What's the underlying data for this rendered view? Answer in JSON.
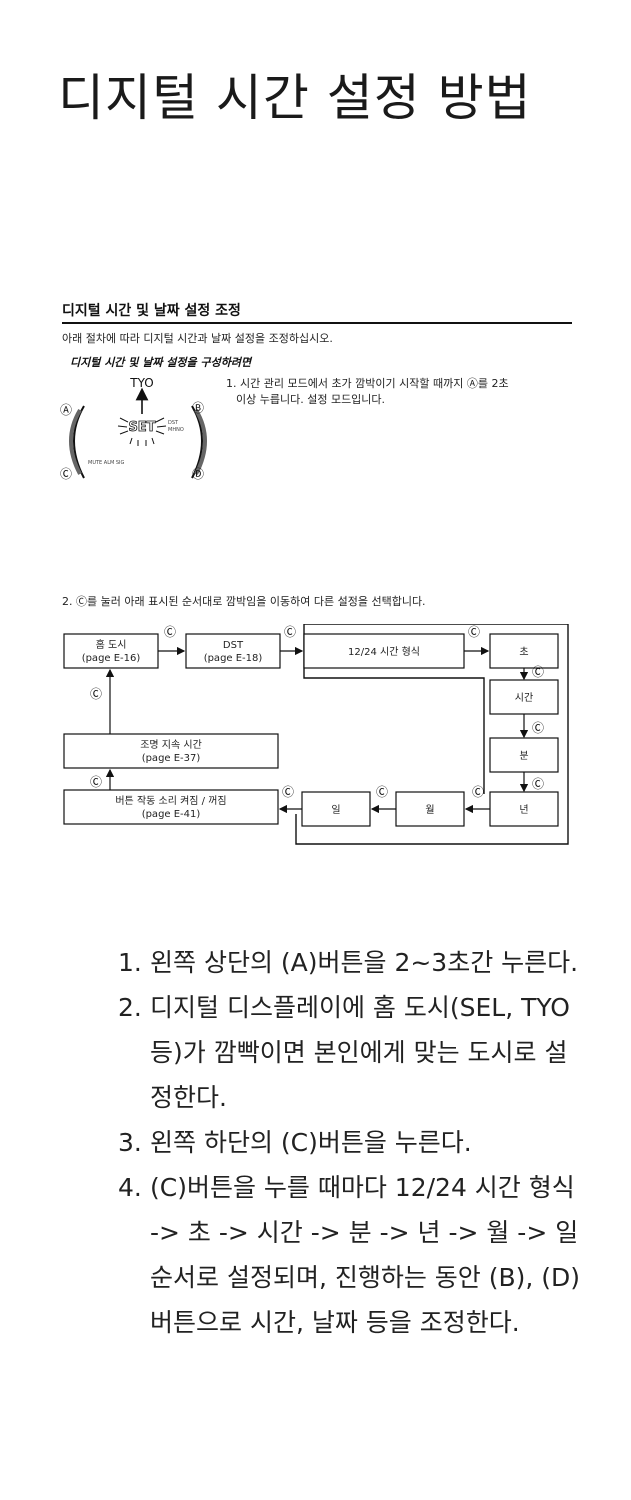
{
  "title": "디지털 시간 설정 방법",
  "manual": {
    "section_title": "디지털 시간 및 날짜 설정 조정",
    "intro": "아래 절차에 따라 디지털 시간과 날짜 설정을 조정하십시오.",
    "subheading": "디지털 시간 및 날짜 설정을 구성하려면",
    "step1_line1": "1. 시간 관리 모드에서 초가 깜박이기 시작할 때까지 Ⓐ를 2초",
    "step1_line2": "이상 누릅니다. 설정 모드입니다.",
    "step2": "2. Ⓒ를 눌러 아래 표시된 순서대로 깜박임을 이동하여 다른 설정을 선택합니다.",
    "watch": {
      "city": "TYO",
      "set_label": "SET",
      "side_labels": [
        "DST",
        "MHNO"
      ],
      "bottom_label": "MUTE  ALM  SIG",
      "button_a": "Ⓐ",
      "button_b": "Ⓑ",
      "button_c": "Ⓒ",
      "button_d": "Ⓓ"
    },
    "flow": {
      "c_symbol": "Ⓒ",
      "home_city": "홈 도시",
      "home_city_page": "(page E-16)",
      "dst": "DST",
      "dst_page": "(page E-18)",
      "hour_format": "12/24 시간 형식",
      "seconds": "초",
      "hour": "시간",
      "minute": "분",
      "year": "년",
      "month": "월",
      "day": "일",
      "light_duration": "조명 지속 시간",
      "light_duration_page": "(page E-37)",
      "button_tone": "버튼 작동 소리 켜짐 / 꺼짐",
      "button_tone_page": "(page E-41)"
    }
  },
  "steps": [
    {
      "num": "1.",
      "text": "왼쪽 상단의 (A)버튼을 2~3초간 누른다."
    },
    {
      "num": "2.",
      "text": "디지털 디스플레이에 홈 도시(SEL, TYO 등)가 깜빡이면 본인에게 맞는 도시로 설정한다."
    },
    {
      "num": "3.",
      "text": "왼쪽 하단의 (C)버튼을 누른다."
    },
    {
      "num": "4.",
      "text": "(C)버튼을 누를 때마다 12/24 시간 형식 -> 초 -> 시간 -> 분 -> 년 -> 월 -> 일 순서로 설정되며, 진행하는 동안 (B), (D)버튼으로 시간, 날짜 등을 조정한다."
    }
  ]
}
